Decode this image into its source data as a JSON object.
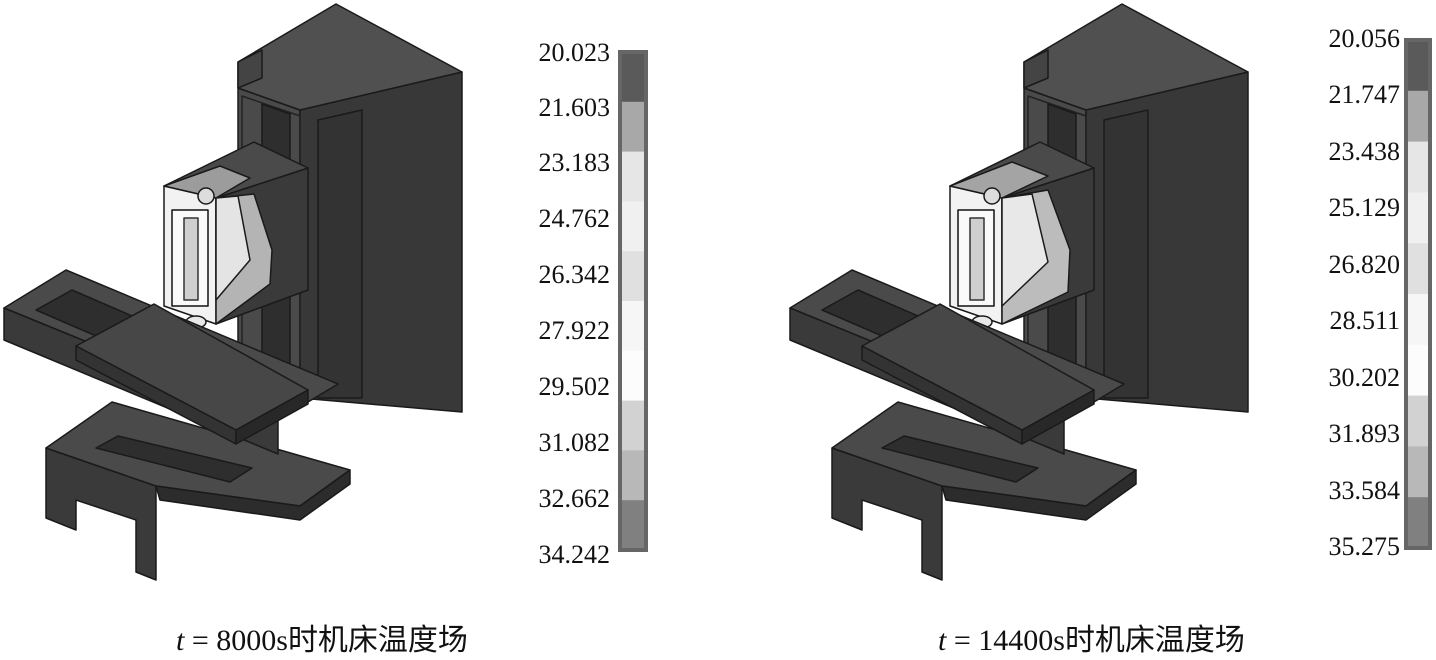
{
  "figures": [
    {
      "legend_values": [
        "20.023",
        "21.603",
        "23.183",
        "24.762",
        "26.342",
        "27.922",
        "29.502",
        "31.082",
        "32.662",
        "34.242"
      ],
      "caption_var": "t",
      "caption_rest": " = 8000s时机床温度场"
    },
    {
      "legend_values": [
        "20.056",
        "21.747",
        "23.438",
        "25.129",
        "26.820",
        "28.511",
        "30.202",
        "31.893",
        "33.584",
        "35.275"
      ],
      "caption_var": "t",
      "caption_rest": " = 14400s时机床温度场"
    }
  ],
  "colors": {
    "machine_body": "#3c3c3c",
    "machine_edge": "#1a1a1a",
    "bands": [
      "#5a5a5a",
      "#a8a8a8",
      "#e6e6e6",
      "#f0f0f0",
      "#e0e0e0",
      "#f6f6f6",
      "#fcfcfc",
      "#d2d2d2",
      "#b8b8b8",
      "#808080"
    ]
  }
}
